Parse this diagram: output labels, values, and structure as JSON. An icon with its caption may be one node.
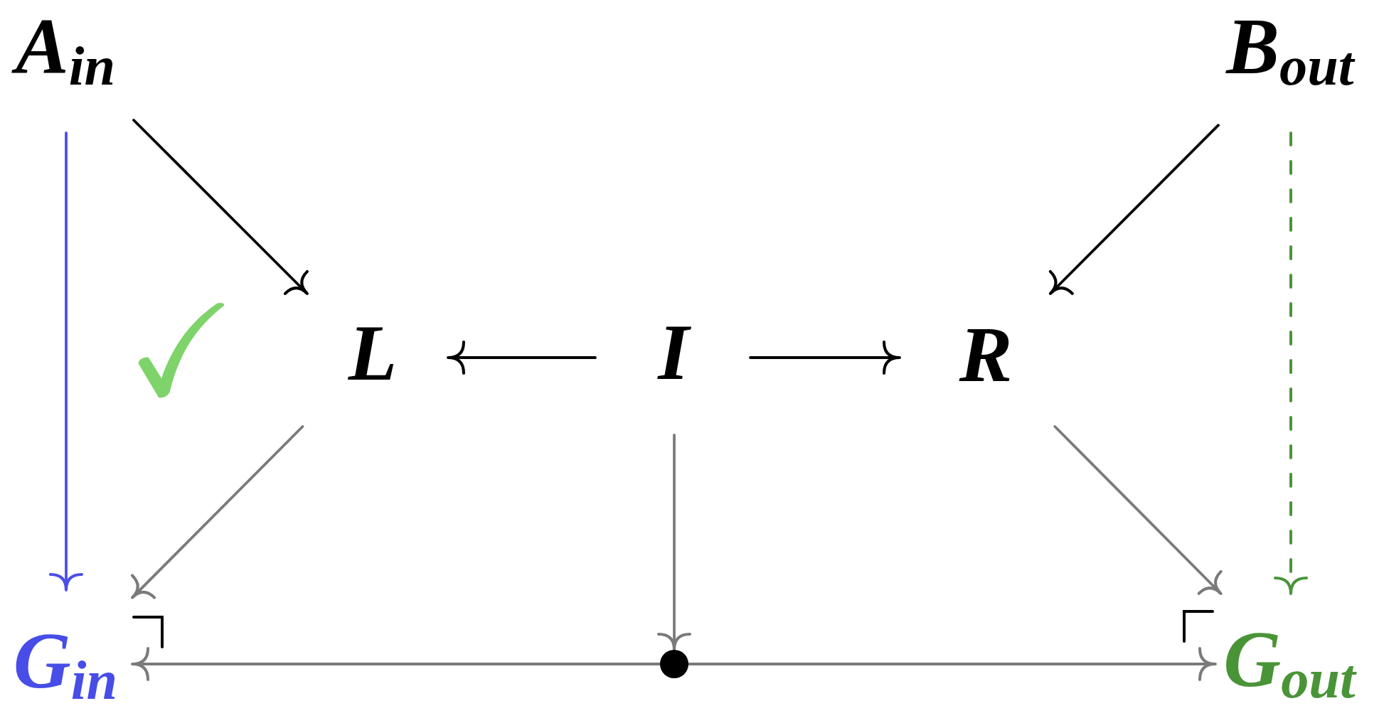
{
  "diagram": {
    "nodes": [
      {
        "text": [
          "A$_{in}$"
        ]
      },
      {
        "text": [
          "B$_{out}$"
        ]
      },
      {
        "text": [
          "L"
        ]
      },
      {
        "text": [
          "I"
        ]
      },
      {
        "text": [
          "R"
        ]
      },
      {
        "text": [
          "G$_{in}$"
        ]
      },
      {
        "text": [],
        "shape": "circle"
      },
      {
        "text": [
          "G$_{out}$"
        ]
      }
    ],
    "edges": [
      {
        "from": 0,
        "to": 5,
        "arrow": "to",
        "color": "#4a4ee6"
      },
      {
        "from": 0,
        "to": 2,
        "arrow": "to",
        "color": "#000000"
      },
      {
        "from": 1,
        "to": 4,
        "arrow": "to",
        "color": "#000000"
      },
      {
        "from": 1,
        "to": 7,
        "arrow": "to",
        "style": "dashed",
        "color": "#4a9438"
      },
      {
        "from": 3,
        "to": 2,
        "arrow": "to",
        "color": "#000000"
      },
      {
        "from": 3,
        "to": 4,
        "arrow": "to",
        "color": "#000000"
      },
      {
        "from": 2,
        "to": 5,
        "arrow": "to"
      },
      {
        "from": 3,
        "to": 6,
        "arrow": "to"
      },
      {
        "from": 4,
        "to": 7,
        "arrow": "to"
      },
      {
        "from": 6,
        "to": 5,
        "arrow": "to"
      },
      {
        "from": 6,
        "to": 7,
        "arrow": "to"
      }
    ]
  }
}
